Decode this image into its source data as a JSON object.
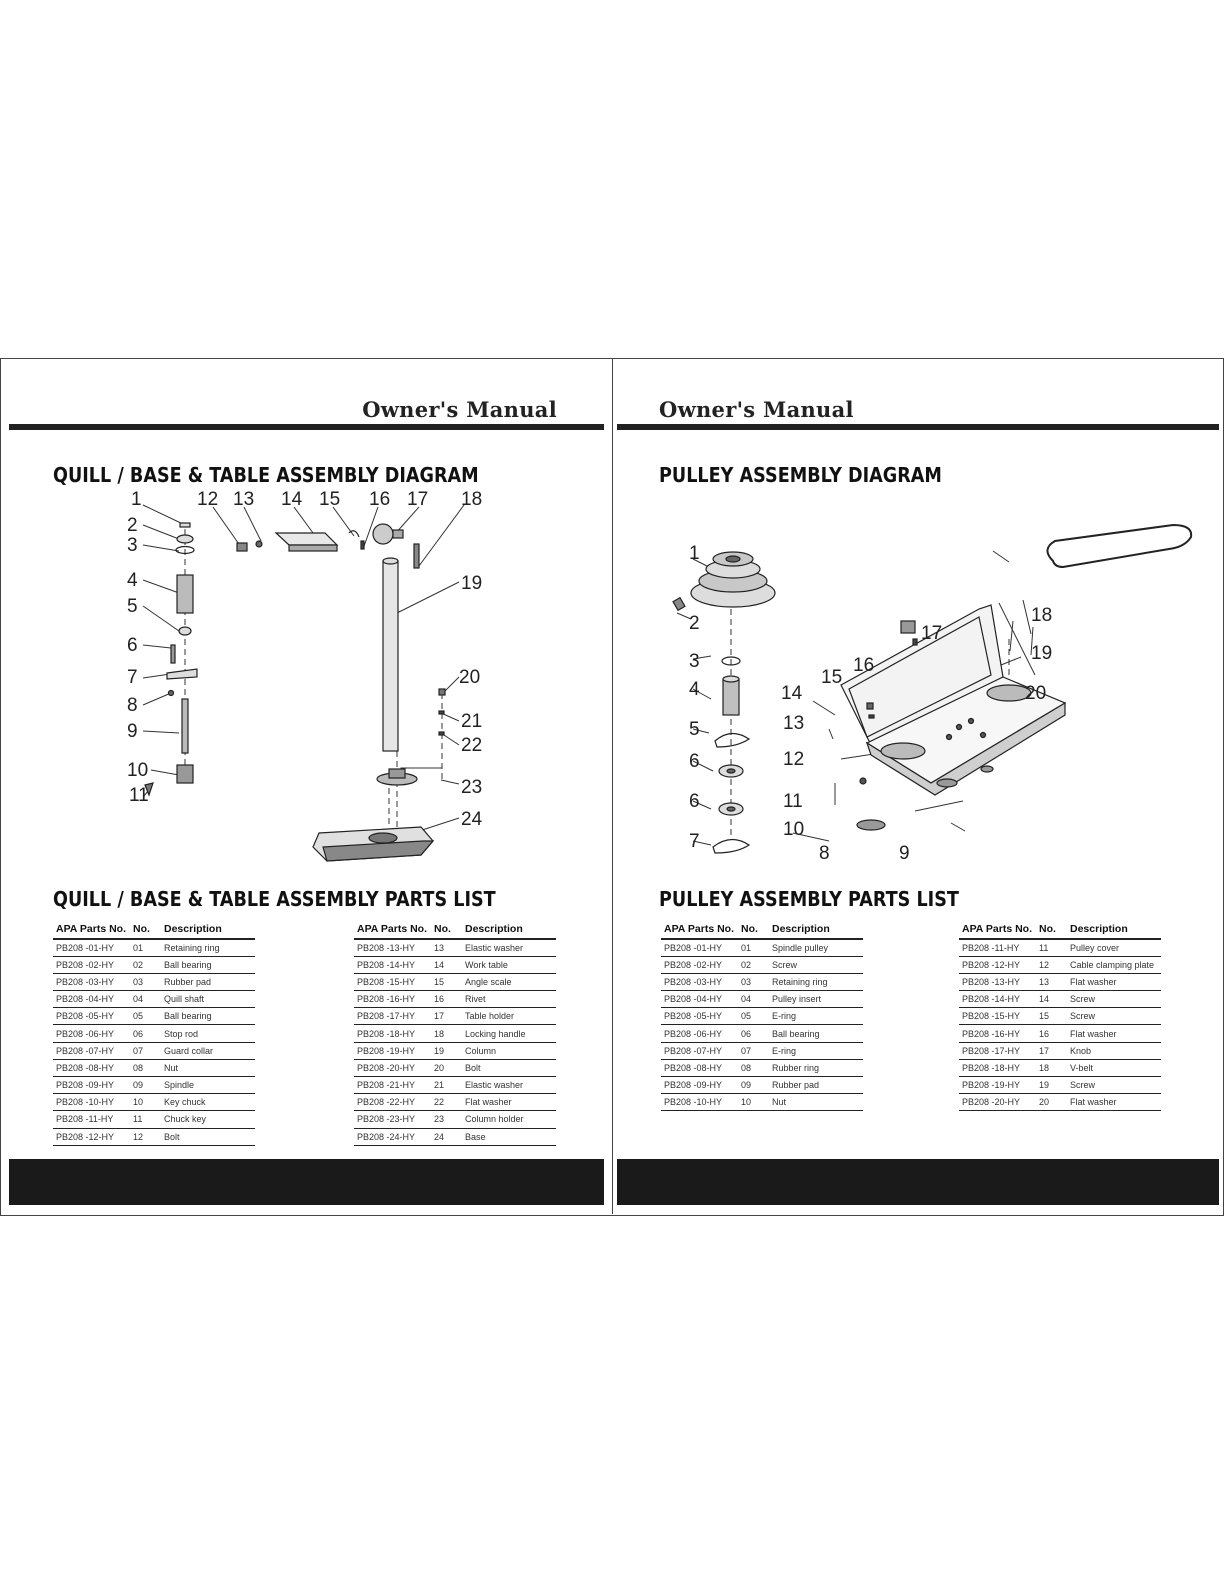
{
  "left_page": {
    "brand": "Owner's Manual",
    "diagram_title": "QUILL / BASE & TABLE ASSEMBLY DIAGRAM",
    "parts_title": "QUILL / BASE & TABLE ASSEMBLY PARTS LIST",
    "headers": {
      "part_no": "APA Parts No.",
      "no": "No.",
      "description": "Description"
    },
    "callouts": [
      "1",
      "2",
      "3",
      "4",
      "5",
      "6",
      "7",
      "8",
      "9",
      "10",
      "11",
      "12",
      "13",
      "14",
      "15",
      "16",
      "17",
      "18",
      "19",
      "20",
      "21",
      "22",
      "23",
      "24"
    ],
    "table_a": [
      {
        "part": "PB208 -01-HY",
        "no": "01",
        "desc": "Retaining ring"
      },
      {
        "part": "PB208 -02-HY",
        "no": "02",
        "desc": "Ball bearing"
      },
      {
        "part": "PB208 -03-HY",
        "no": "03",
        "desc": "Rubber pad"
      },
      {
        "part": "PB208 -04-HY",
        "no": "04",
        "desc": "Quill shaft"
      },
      {
        "part": "PB208 -05-HY",
        "no": "05",
        "desc": "Ball bearing"
      },
      {
        "part": "PB208 -06-HY",
        "no": "06",
        "desc": "Stop rod"
      },
      {
        "part": "PB208 -07-HY",
        "no": "07",
        "desc": "Guard collar"
      },
      {
        "part": "PB208 -08-HY",
        "no": "08",
        "desc": "Nut"
      },
      {
        "part": "PB208 -09-HY",
        "no": "09",
        "desc": "Spindle"
      },
      {
        "part": "PB208 -10-HY",
        "no": "10",
        "desc": "Key chuck"
      },
      {
        "part": "PB208 -11-HY",
        "no": "11",
        "desc": "Chuck key"
      },
      {
        "part": "PB208 -12-HY",
        "no": "12",
        "desc": "Bolt"
      }
    ],
    "table_b": [
      {
        "part": "PB208 -13-HY",
        "no": "13",
        "desc": "Elastic washer"
      },
      {
        "part": "PB208 -14-HY",
        "no": "14",
        "desc": "Work table"
      },
      {
        "part": "PB208 -15-HY",
        "no": "15",
        "desc": "Angle scale"
      },
      {
        "part": "PB208 -16-HY",
        "no": "16",
        "desc": "Rivet"
      },
      {
        "part": "PB208 -17-HY",
        "no": "17",
        "desc": "Table holder"
      },
      {
        "part": "PB208 -18-HY",
        "no": "18",
        "desc": "Locking handle"
      },
      {
        "part": "PB208 -19-HY",
        "no": "19",
        "desc": "Column"
      },
      {
        "part": "PB208 -20-HY",
        "no": "20",
        "desc": "Bolt"
      },
      {
        "part": "PB208 -21-HY",
        "no": "21",
        "desc": "Elastic washer"
      },
      {
        "part": "PB208 -22-HY",
        "no": "22",
        "desc": "Flat washer"
      },
      {
        "part": "PB208 -23-HY",
        "no": "23",
        "desc": "Column holder"
      },
      {
        "part": "PB208 -24-HY",
        "no": "24",
        "desc": "Base"
      }
    ]
  },
  "right_page": {
    "brand": "Owner's Manual",
    "diagram_title": "PULLEY ASSEMBLY DIAGRAM",
    "parts_title": "PULLEY ASSEMBLY PARTS LIST",
    "headers": {
      "part_no": "APA Parts No.",
      "no": "No.",
      "description": "Description"
    },
    "callouts": [
      "1",
      "2",
      "3",
      "4",
      "5",
      "6",
      "6",
      "7",
      "8",
      "9",
      "10",
      "11",
      "12",
      "13",
      "14",
      "15",
      "16",
      "17",
      "18",
      "19",
      "20"
    ],
    "table_a": [
      {
        "part": "PB208 -01-HY",
        "no": "01",
        "desc": "Spindle pulley"
      },
      {
        "part": "PB208 -02-HY",
        "no": "02",
        "desc": "Screw"
      },
      {
        "part": "PB208 -03-HY",
        "no": "03",
        "desc": "Retaining ring"
      },
      {
        "part": "PB208 -04-HY",
        "no": "04",
        "desc": "Pulley insert"
      },
      {
        "part": "PB208 -05-HY",
        "no": "05",
        "desc": "E-ring"
      },
      {
        "part": "PB208 -06-HY",
        "no": "06",
        "desc": "Ball bearing"
      },
      {
        "part": "PB208 -07-HY",
        "no": "07",
        "desc": "E-ring"
      },
      {
        "part": "PB208 -08-HY",
        "no": "08",
        "desc": "Rubber ring"
      },
      {
        "part": "PB208 -09-HY",
        "no": "09",
        "desc": "Rubber pad"
      },
      {
        "part": "PB208 -10-HY",
        "no": "10",
        "desc": "Nut"
      }
    ],
    "table_b": [
      {
        "part": "PB208 -11-HY",
        "no": "11",
        "desc": "Pulley cover"
      },
      {
        "part": "PB208 -12-HY",
        "no": "12",
        "desc": "Cable clamping plate"
      },
      {
        "part": "PB208 -13-HY",
        "no": "13",
        "desc": "Flat washer"
      },
      {
        "part": "PB208 -14-HY",
        "no": "14",
        "desc": "Screw"
      },
      {
        "part": "PB208 -15-HY",
        "no": "15",
        "desc": "Screw"
      },
      {
        "part": "PB208 -16-HY",
        "no": "16",
        "desc": "Flat washer"
      },
      {
        "part": "PB208 -17-HY",
        "no": "17",
        "desc": "Knob"
      },
      {
        "part": "PB208 -18-HY",
        "no": "18",
        "desc": "V-belt"
      },
      {
        "part": "PB208 -19-HY",
        "no": "19",
        "desc": "Screw"
      },
      {
        "part": "PB208 -20-HY",
        "no": "20",
        "desc": "Flat washer"
      }
    ]
  }
}
